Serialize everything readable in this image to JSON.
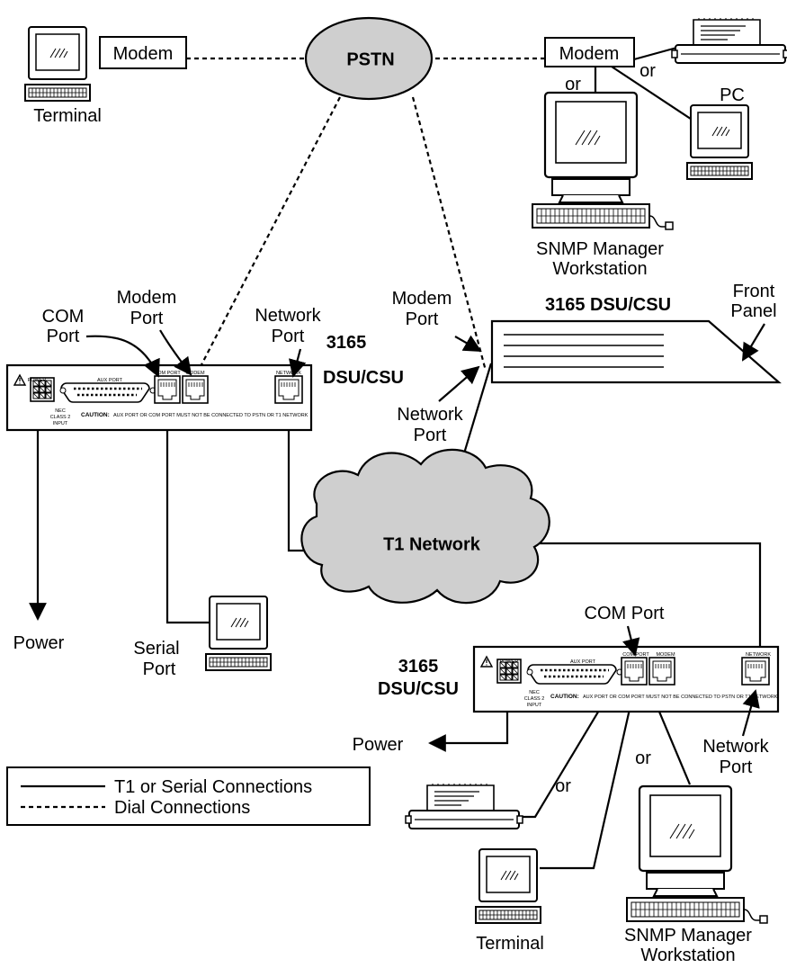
{
  "colors": {
    "cloud_fill": "#cfcfcf",
    "line": "#000000",
    "background": "#ffffff"
  },
  "pstn": {
    "label": "PSTN"
  },
  "t1_network": {
    "label": "T1 Network"
  },
  "remote_site": {
    "terminal_label": "Terminal",
    "modem_left_label": "Modem",
    "modem_right_label": "Modem",
    "or_printer": "or",
    "or_workstation": "or",
    "pc_label": "PC",
    "snmp_line1": "SNMP Manager",
    "snmp_line2": "Workstation"
  },
  "left_unit": {
    "title_line1": "3165",
    "title_line2": "DSU/CSU",
    "com_port_line1": "COM",
    "com_port_line2": "Port",
    "modem_port_line1": "Modem",
    "modem_port_line2": "Port",
    "network_port_line1": "Network",
    "network_port_line2": "Port",
    "panel": {
      "power": "POWER",
      "aux_port": "AUX PORT",
      "com_port": "COM PORT",
      "modem": "MODEM",
      "network": "NETWORK",
      "nec_line1": "NEC",
      "nec_line2": "CLASS 2",
      "nec_line3": "INPUT",
      "caution_bold": "CAUTION:",
      "caution_text": "AUX PORT OR COM PORT MUST NOT BE CONNECTED TO PSTN OR T1 NETWORK"
    },
    "power_label": "Power",
    "serial_port_line1": "Serial",
    "serial_port_line2": "Port"
  },
  "front_unit": {
    "title": "3165 DSU/CSU",
    "front_panel_line1": "Front",
    "front_panel_line2": "Panel",
    "modem_port_line1": "Modem",
    "modem_port_line2": "Port",
    "network_port_line1": "Network",
    "network_port_line2": "Port"
  },
  "right_unit": {
    "title_line1": "3165",
    "title_line2": "DSU/CSU",
    "com_port_label": "COM Port",
    "network_port_line1": "Network",
    "network_port_line2": "Port",
    "power_label": "Power",
    "or_upper": "or",
    "or_lower": "or",
    "terminal_label": "Terminal",
    "snmp_line1": "SNMP Manager",
    "snmp_line2": "Workstation",
    "panel": {
      "power": "POWER",
      "aux_port": "AUX PORT",
      "com_port": "COM PORT",
      "modem": "MODEM",
      "network": "NETWORK",
      "nec_line1": "NEC",
      "nec_line2": "CLASS 2",
      "nec_line3": "INPUT",
      "caution_bold": "CAUTION:",
      "caution_text": "AUX PORT OR COM PORT MUST NOT BE CONNECTED TO PSTN OR T1 NETWORK"
    }
  },
  "legend": {
    "solid_label": "T1 or Serial Connections",
    "dashed_label": "Dial Connections"
  }
}
